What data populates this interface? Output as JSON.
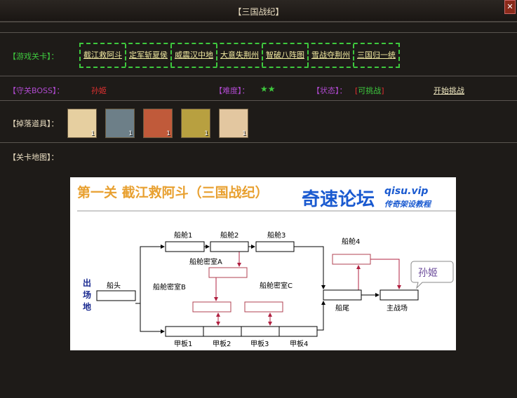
{
  "window": {
    "title": "【三国战纪】",
    "close_icon": "close-icon"
  },
  "levels": {
    "label": "【游戏关卡】：",
    "items": [
      "截江救阿斗",
      "定军斩夏侯",
      "威震汉中地",
      "大意失荆州",
      "智破八阵图",
      "雪战夺荆州",
      "三国归一统"
    ]
  },
  "boss": {
    "label": "【守关BOSS】：",
    "name": "孙姬",
    "difficulty_label": "【难度】：",
    "difficulty": "★★",
    "stars": 2,
    "status_label": "【状态】：",
    "status_open": "[",
    "status": "可挑战",
    "status_close": "]",
    "start": "开始挑战"
  },
  "drops": {
    "label": "【掉落道具】：",
    "items": [
      {
        "icon": "bow-item-icon",
        "count": "1"
      },
      {
        "icon": "armor-item-icon",
        "count": "1"
      },
      {
        "icon": "armor-red-item-icon",
        "count": "1"
      },
      {
        "icon": "gold-item-icon",
        "count": "1"
      },
      {
        "icon": "weapon-item-icon",
        "count": "1"
      }
    ]
  },
  "map": {
    "label": "【关卡地图】：",
    "title": "第一关 截江救阿斗（三国战纪）",
    "watermark": "奇速论坛",
    "watermark_url": "qisu.vip",
    "watermark_sub": "传奇架设教程",
    "start": [
      "出",
      "场",
      "地"
    ],
    "nodes": {
      "bow": "船头",
      "c1": "船舱1",
      "c2": "船舱2",
      "c3": "船舱3",
      "c4": "船舱4",
      "ra": "船舱密室A",
      "rb": "船舱密室B",
      "rc": "船舱密室C",
      "d1": "甲板1",
      "d2": "甲板2",
      "d3": "甲板3",
      "d4": "甲板4",
      "stern": "船尾",
      "main": "主战场",
      "boss": "孙姬"
    }
  }
}
